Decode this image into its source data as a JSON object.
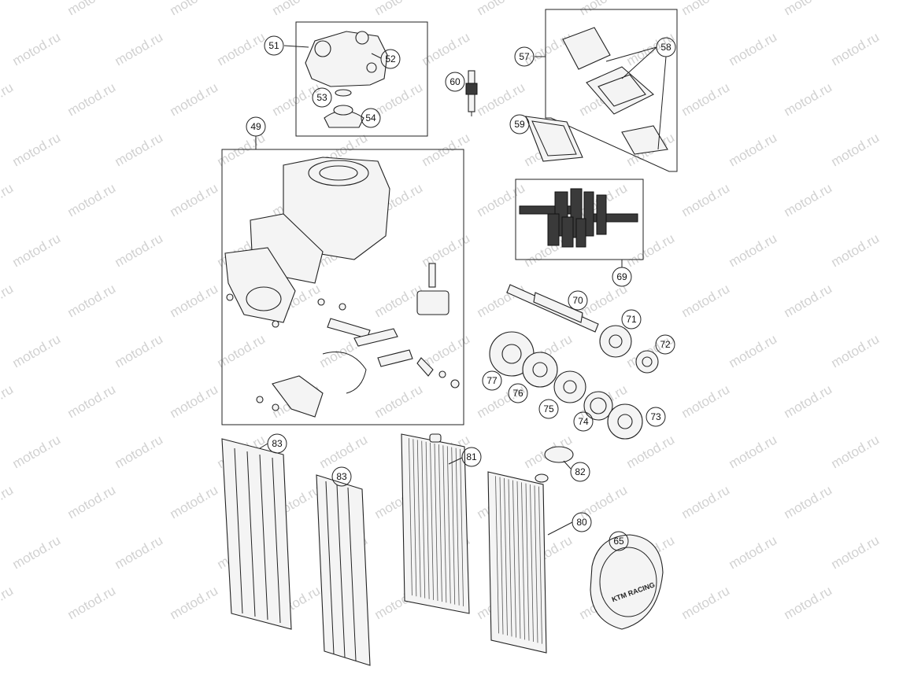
{
  "watermark": "motod.ru",
  "callouts": {
    "c49": "49",
    "c51": "51",
    "c52": "52",
    "c53": "53",
    "c54": "54",
    "c57": "57",
    "c58": "58",
    "c59": "59",
    "c60": "60",
    "c65": "65",
    "c69": "69",
    "c70": "70",
    "c71": "71",
    "c72": "72",
    "c73": "73",
    "c74": "74",
    "c75": "75",
    "c76": "76",
    "c77": "77",
    "c80": "80",
    "c81": "81",
    "c82": "82",
    "c83a": "83",
    "c83b": "83"
  },
  "cover_logo_text": "KTM RACING"
}
